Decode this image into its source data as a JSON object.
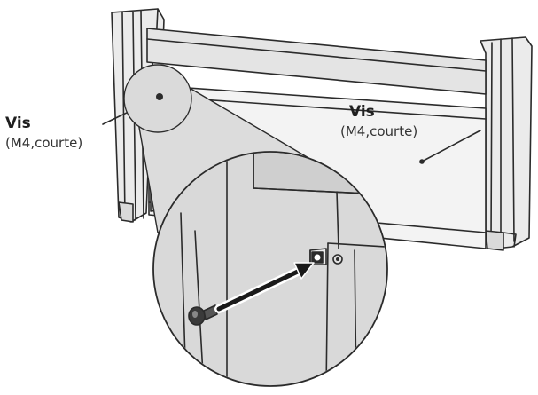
{
  "callouts": [
    {
      "title": "Vis",
      "spec": "(M4,courte)"
    },
    {
      "title": "Vis",
      "spec": "(M4,courte)"
    }
  ],
  "colors": {
    "line": "#2b2b2b",
    "fill_light": "#ebebeb",
    "fill_mid": "#dadada",
    "fill_dark": "#c9c9c9",
    "background": "#ffffff"
  },
  "icons": [
    "screw-icon",
    "screw-hole-icon",
    "magnifier-circle"
  ]
}
